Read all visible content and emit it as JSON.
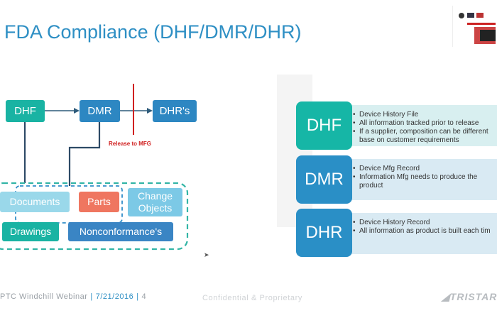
{
  "slide": {
    "title": "FDA Compliance (DHF/DMR/DHR)"
  },
  "flow": {
    "dhf": "DHF",
    "dmr": "DMR",
    "dhrs": "DHR's",
    "release_label": "Release to MFG"
  },
  "artifacts": {
    "documents": "Documents",
    "parts": "Parts",
    "change_objects_line1": "Change",
    "change_objects_line2": "Objects",
    "drawings": "Drawings",
    "nonconformance": "Nonconformance's"
  },
  "definitions": [
    {
      "label": "DHF",
      "bullets": [
        "Device History File",
        "All information tracked prior to release",
        "If a supplier, composition can be different",
        "base on customer requirements"
      ]
    },
    {
      "label": "DMR",
      "bullets": [
        "Device Mfg Record",
        "Information Mfg needs to produce the",
        "product"
      ]
    },
    {
      "label": "DHR",
      "bullets": [
        "Device History Record",
        "All information as product is built each tim"
      ]
    }
  ],
  "footer": {
    "prefix": "PTC Windchill Webinar",
    "sep1": "|",
    "date": "7/21/2016",
    "sep2": "|",
    "page": "4",
    "confidential": "Confidential & Proprietary",
    "brand": "TRISTAR"
  },
  "colors": {
    "teal": "#19b3a3",
    "blue": "#2d87c2",
    "red_line": "#d02020",
    "coral": "#ef7660",
    "light_blue": "#9ad8ea",
    "title_blue": "#2e8fc4"
  }
}
